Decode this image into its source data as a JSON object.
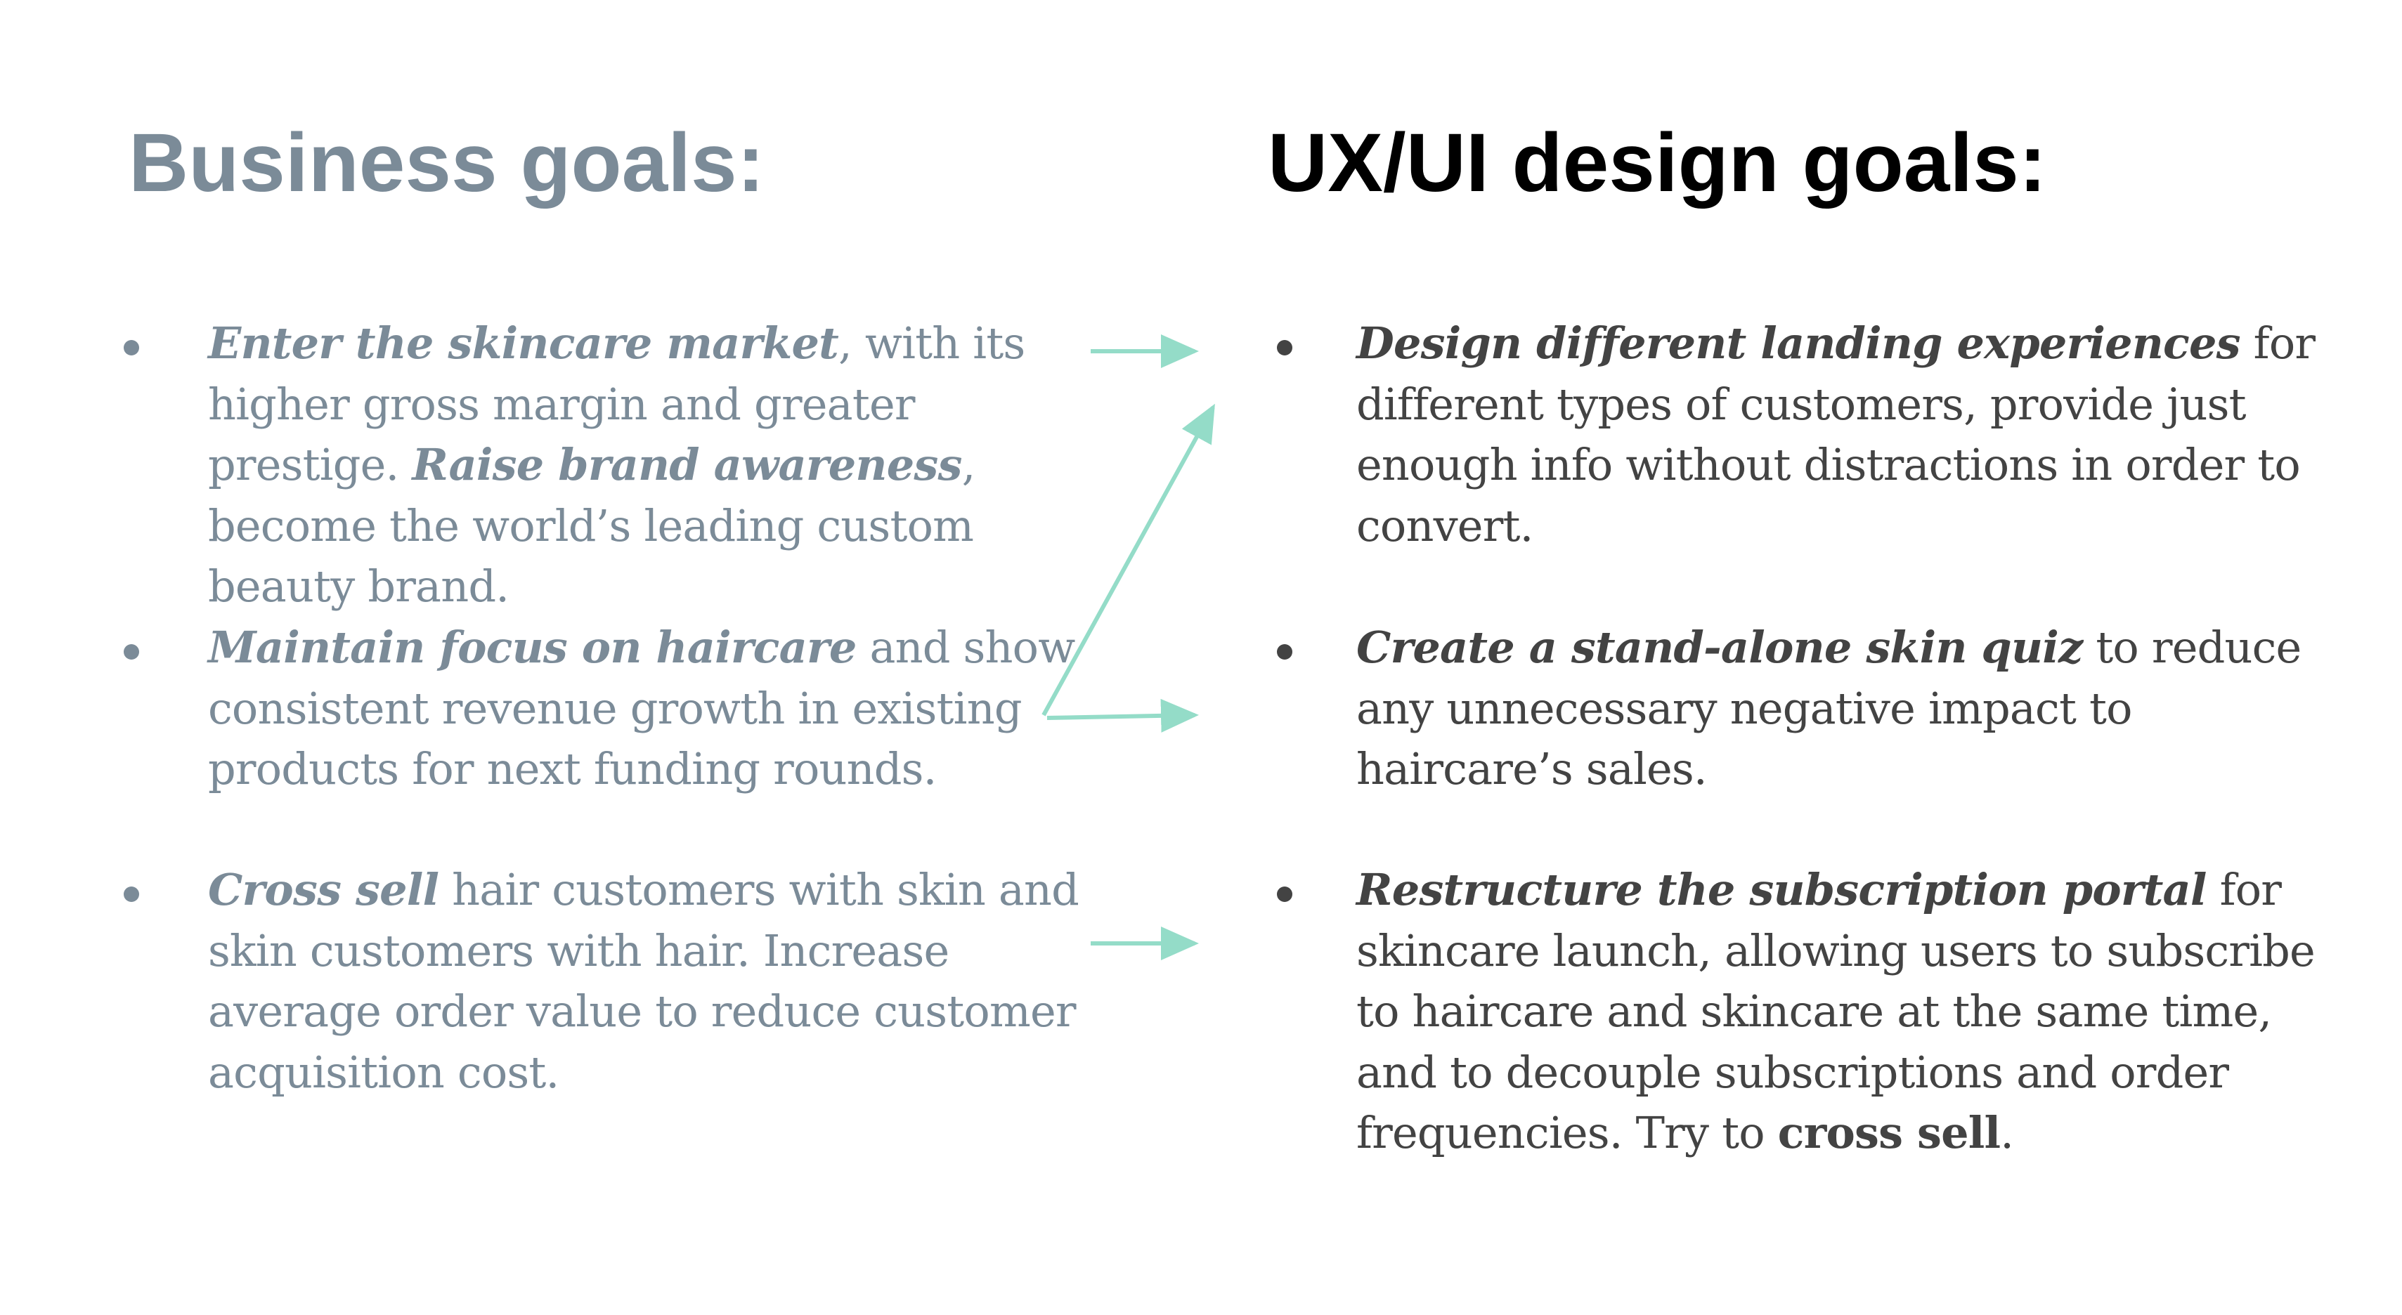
{
  "business": {
    "title": "Business goals:",
    "items": [
      {
        "lead": "Enter the skincare market",
        "text_1": ", with its higher gross margin and greater prestige.  ",
        "emph_2": "Raise brand awareness",
        "text_2": ", become the world’s leading custom beauty brand."
      },
      {
        "lead": "Maintain focus on haircare",
        "text_1": " and show consistent revenue growth in existing products for next funding rounds."
      },
      {
        "lead": "Cross sell",
        "text_1": " hair customers with skin and skin customers with hair. Increase average order value to reduce customer acquisition cost."
      }
    ]
  },
  "ux": {
    "title": "UX/UI design goals:",
    "items": [
      {
        "lead": "Design different landing experiences",
        "text_1": " for different types of customers, provide just enough info without distractions in order to convert."
      },
      {
        "lead": "Create a stand-alone skin quiz",
        "text_1": " to reduce any unnecessary negative impact to haircare’s sales."
      },
      {
        "lead": "Restructure the subscription portal",
        "text_1": " for skincare launch, allowing users to subscribe to haircare and skincare at the same time, and to decouple subscriptions and order frequencies. Try to ",
        "strong": "cross sell",
        "text_2": "."
      }
    ]
  },
  "colors": {
    "business_text": "#7b8b98",
    "ux_text": "#434343",
    "ux_title": "#000000",
    "arrow": "#94dcc8"
  },
  "connectors": [
    {
      "from": "business-goal-1",
      "to": "ux-goal-1"
    },
    {
      "from": "business-goal-2",
      "to": "ux-goal-1"
    },
    {
      "from": "business-goal-2",
      "to": "ux-goal-2"
    },
    {
      "from": "business-goal-3",
      "to": "ux-goal-3"
    }
  ]
}
